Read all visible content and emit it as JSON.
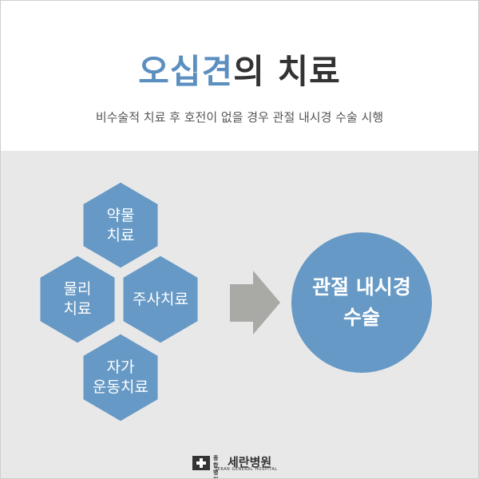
{
  "heading": {
    "title_highlight": "오십견",
    "title_rest": "의 치료",
    "subtitle": "비수술적 치료 후 호전이 없을 경우 관절 내시경 수술 시행"
  },
  "treatments": [
    {
      "id": "medication",
      "line1": "약물",
      "line2": "치료"
    },
    {
      "id": "physical",
      "line1": "물리",
      "line2": "치료"
    },
    {
      "id": "injection",
      "line1": "주사치료",
      "line2": ""
    },
    {
      "id": "exercise",
      "line1": "자가",
      "line2": "운동치료"
    }
  ],
  "surgery": {
    "line1": "관절 내시경",
    "line2": "수술"
  },
  "logo": {
    "small_top": "종합",
    "small_bottom": "병원",
    "name": "세란병원",
    "english": "SERAN GENERAL HOSPITAL"
  },
  "colors": {
    "accent": "#5b8fc0",
    "hexagon": "#6699c5",
    "circle": "#6699c5",
    "arrow": "#a9a9a6",
    "panel": "#e8e8e8"
  }
}
